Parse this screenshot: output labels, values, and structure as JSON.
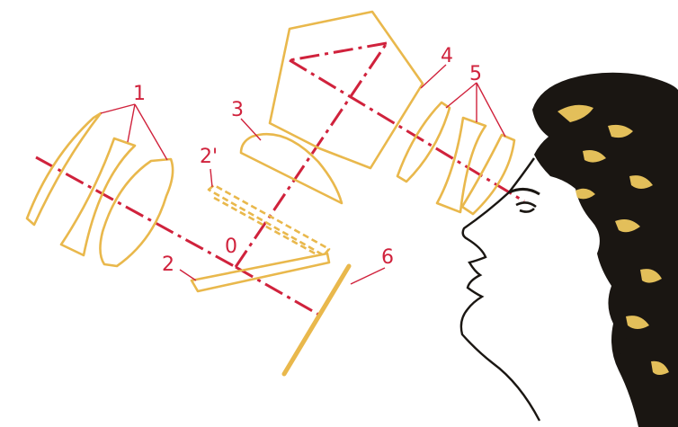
{
  "labels": {
    "objective": "1",
    "mirror": "2",
    "mirror_alt": "2'",
    "lens_field": "3",
    "prism": "4",
    "eyepiece": "5",
    "screen": "6",
    "pivot": "0"
  },
  "colors": {
    "optics": "#e9b84c",
    "axis": "#d0223c",
    "hair": "#1a1612",
    "highlight": "#e3bf5a"
  }
}
